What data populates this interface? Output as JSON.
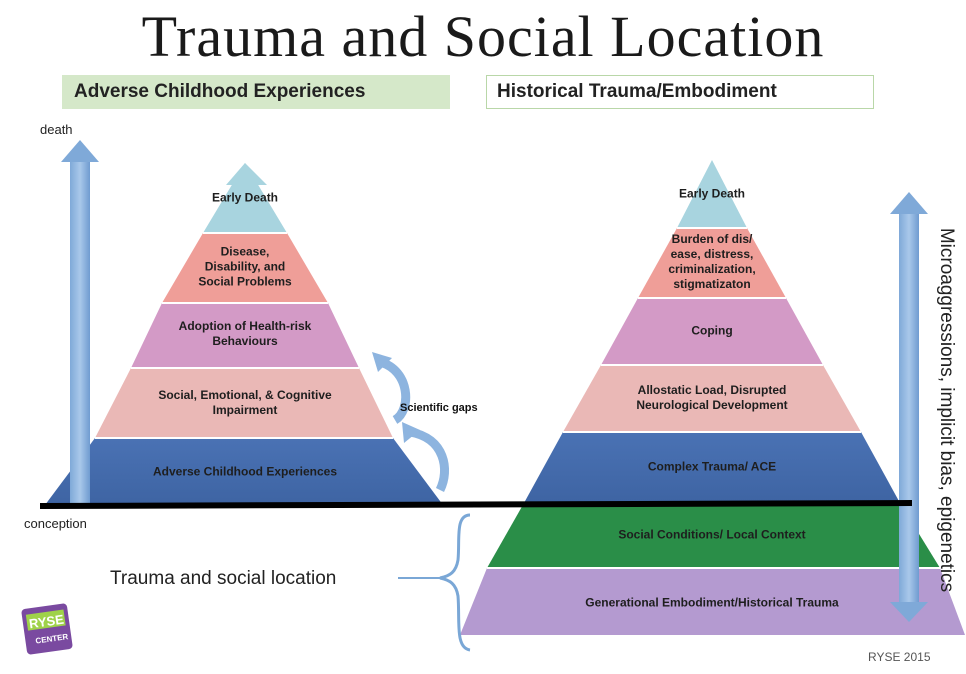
{
  "title": "Trauma and Social Location",
  "headers": {
    "left": "Adverse Childhood Experiences",
    "right": "Historical Trauma/Embodiment"
  },
  "axis": {
    "top": "death",
    "bottom": "conception"
  },
  "left_pyramid": {
    "levels": [
      {
        "label": "Early Death",
        "color": "#a8d4df"
      },
      {
        "label": "Disease,\nDisability, and\nSocial Problems",
        "color": "#ef9e98"
      },
      {
        "label": "Adoption of Health-risk\nBehaviours",
        "color": "#d39ac6"
      },
      {
        "label": "Social, Emotional, & Cognitive\nImpairment",
        "color": "#eab8b6"
      },
      {
        "label": "Adverse Childhood Experiences",
        "color": "#4e74b8"
      }
    ],
    "annotation": "Scientific gaps"
  },
  "right_pyramid": {
    "levels": [
      {
        "label": "Early Death",
        "color": "#a8d4df"
      },
      {
        "label": "Burden of dis/\nease, distress,\ncriminalization,\nstigmatizaton",
        "color": "#ef9e98"
      },
      {
        "label": "Coping",
        "color": "#d39ac6"
      },
      {
        "label": "Allostatic Load, Disrupted\nNeurological Development",
        "color": "#eab8b6"
      },
      {
        "label": "Complex Trauma/ ACE",
        "color": "#4e74b8"
      },
      {
        "label": "Social Conditions/ Local Context",
        "color": "#2a8e48"
      },
      {
        "label": "Generational Embodiment/Historical Trauma",
        "color": "#b49ad0"
      }
    ]
  },
  "side_label": "Microaggressions, implicit bias, epigenetics",
  "brace_label": "Trauma and social location",
  "logo": {
    "text1": "RYSE",
    "text2": "CENTER"
  },
  "credit": "RYSE 2015"
}
